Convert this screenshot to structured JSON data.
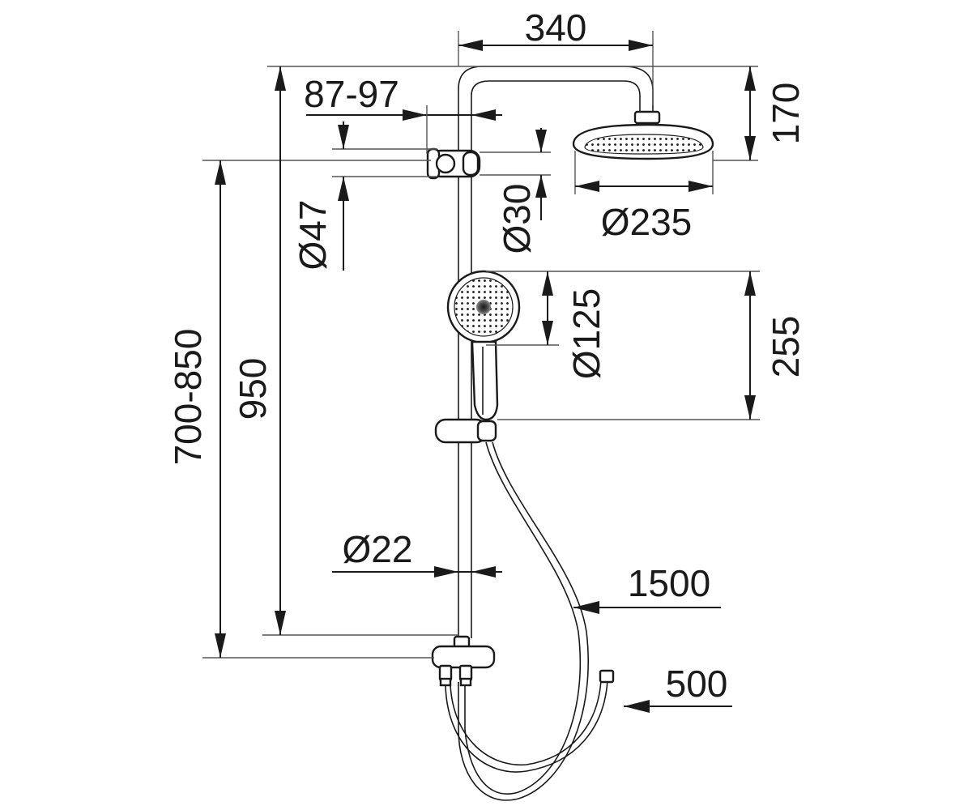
{
  "dimensions": {
    "arm_length": "340",
    "wall_offset": "87-97",
    "head_height": "170",
    "bracket_diameter": "Ø47",
    "bar_clip_diameter": "Ø30",
    "overhead_diameter": "Ø235",
    "handshower_diameter": "Ø125",
    "handshower_drop": "255",
    "mixer_height": "700-850",
    "bar_height": "950",
    "tube_diameter": "Ø22",
    "hose_length": "1500",
    "supply_hose_length": "500"
  },
  "colors": {
    "line": "#1a1a1a",
    "extension": "#555555",
    "background": "#ffffff"
  }
}
